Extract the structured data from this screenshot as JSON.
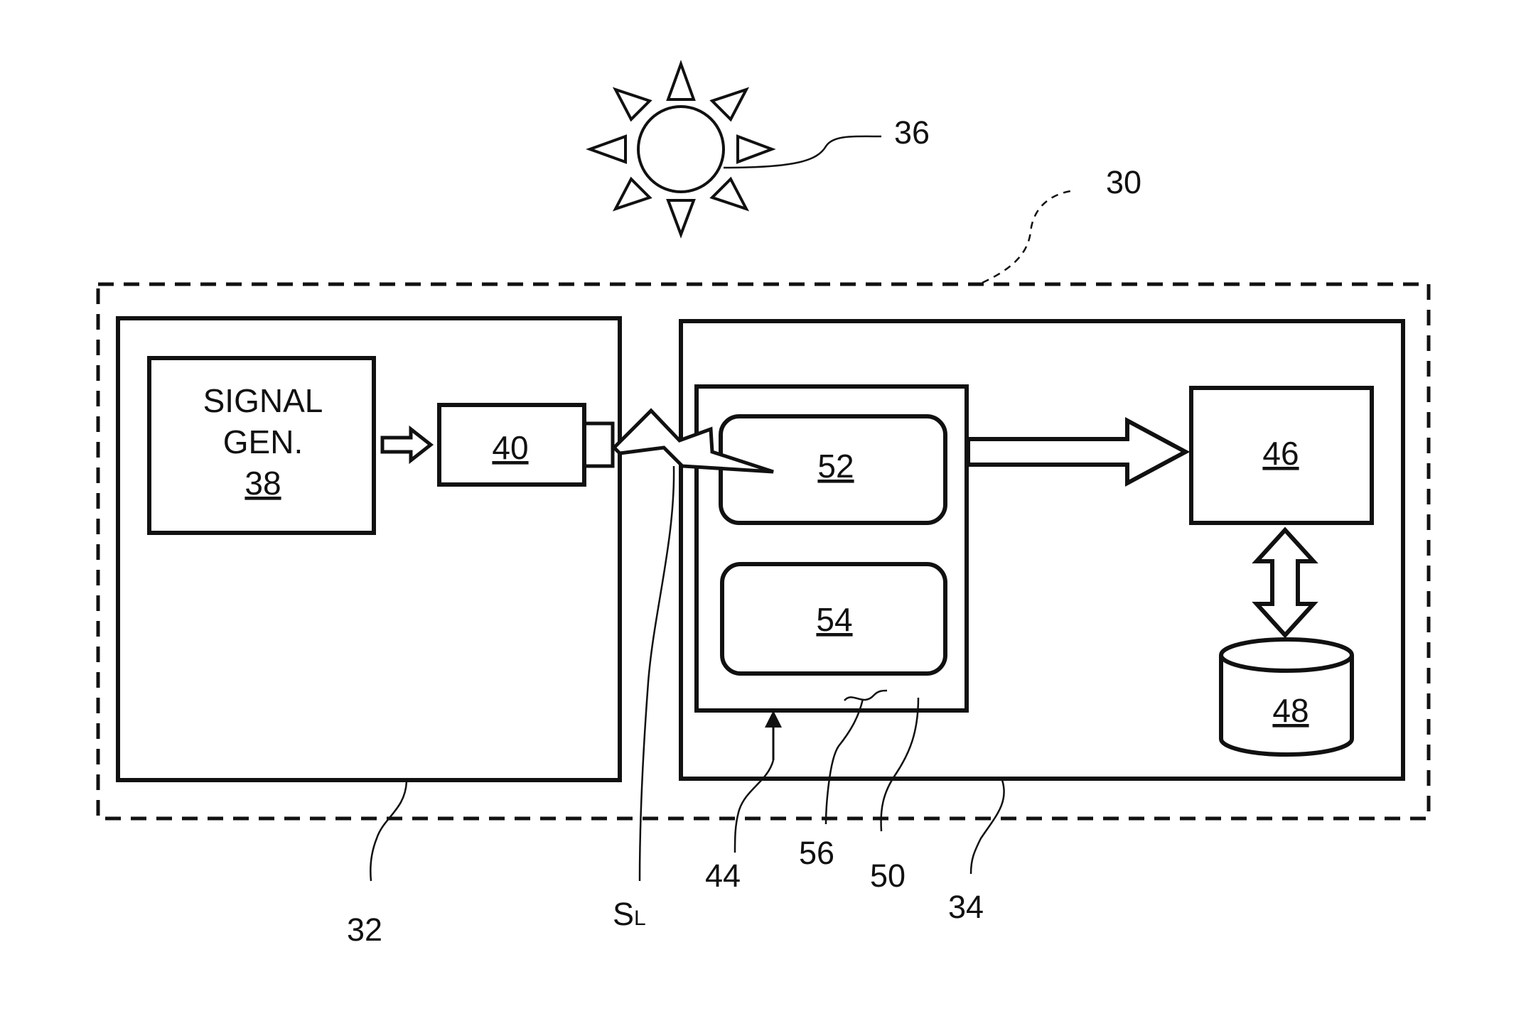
{
  "colors": {
    "line": "#111111",
    "background": "#ffffff"
  },
  "labels": {
    "system": "30",
    "transmitter_unit": "32",
    "receiver_unit": "34",
    "ambient_light_source": "36",
    "signal_generator_line1": "SIGNAL",
    "signal_generator_line2": "GEN.",
    "signal_generator_ref": "38",
    "emitter": "40",
    "sensor_arrow": "44",
    "processor": "46",
    "storage": "48",
    "sensor_module": "50",
    "sensor_element_1": "52",
    "sensor_element_2": "54",
    "sensor_module_ref": "56",
    "light_signal_main": "S",
    "light_signal_sub": "L"
  },
  "icons": {
    "sun": "sun-icon",
    "database": "database-cylinder-icon",
    "lightning": "lightning-bolt-icon"
  }
}
